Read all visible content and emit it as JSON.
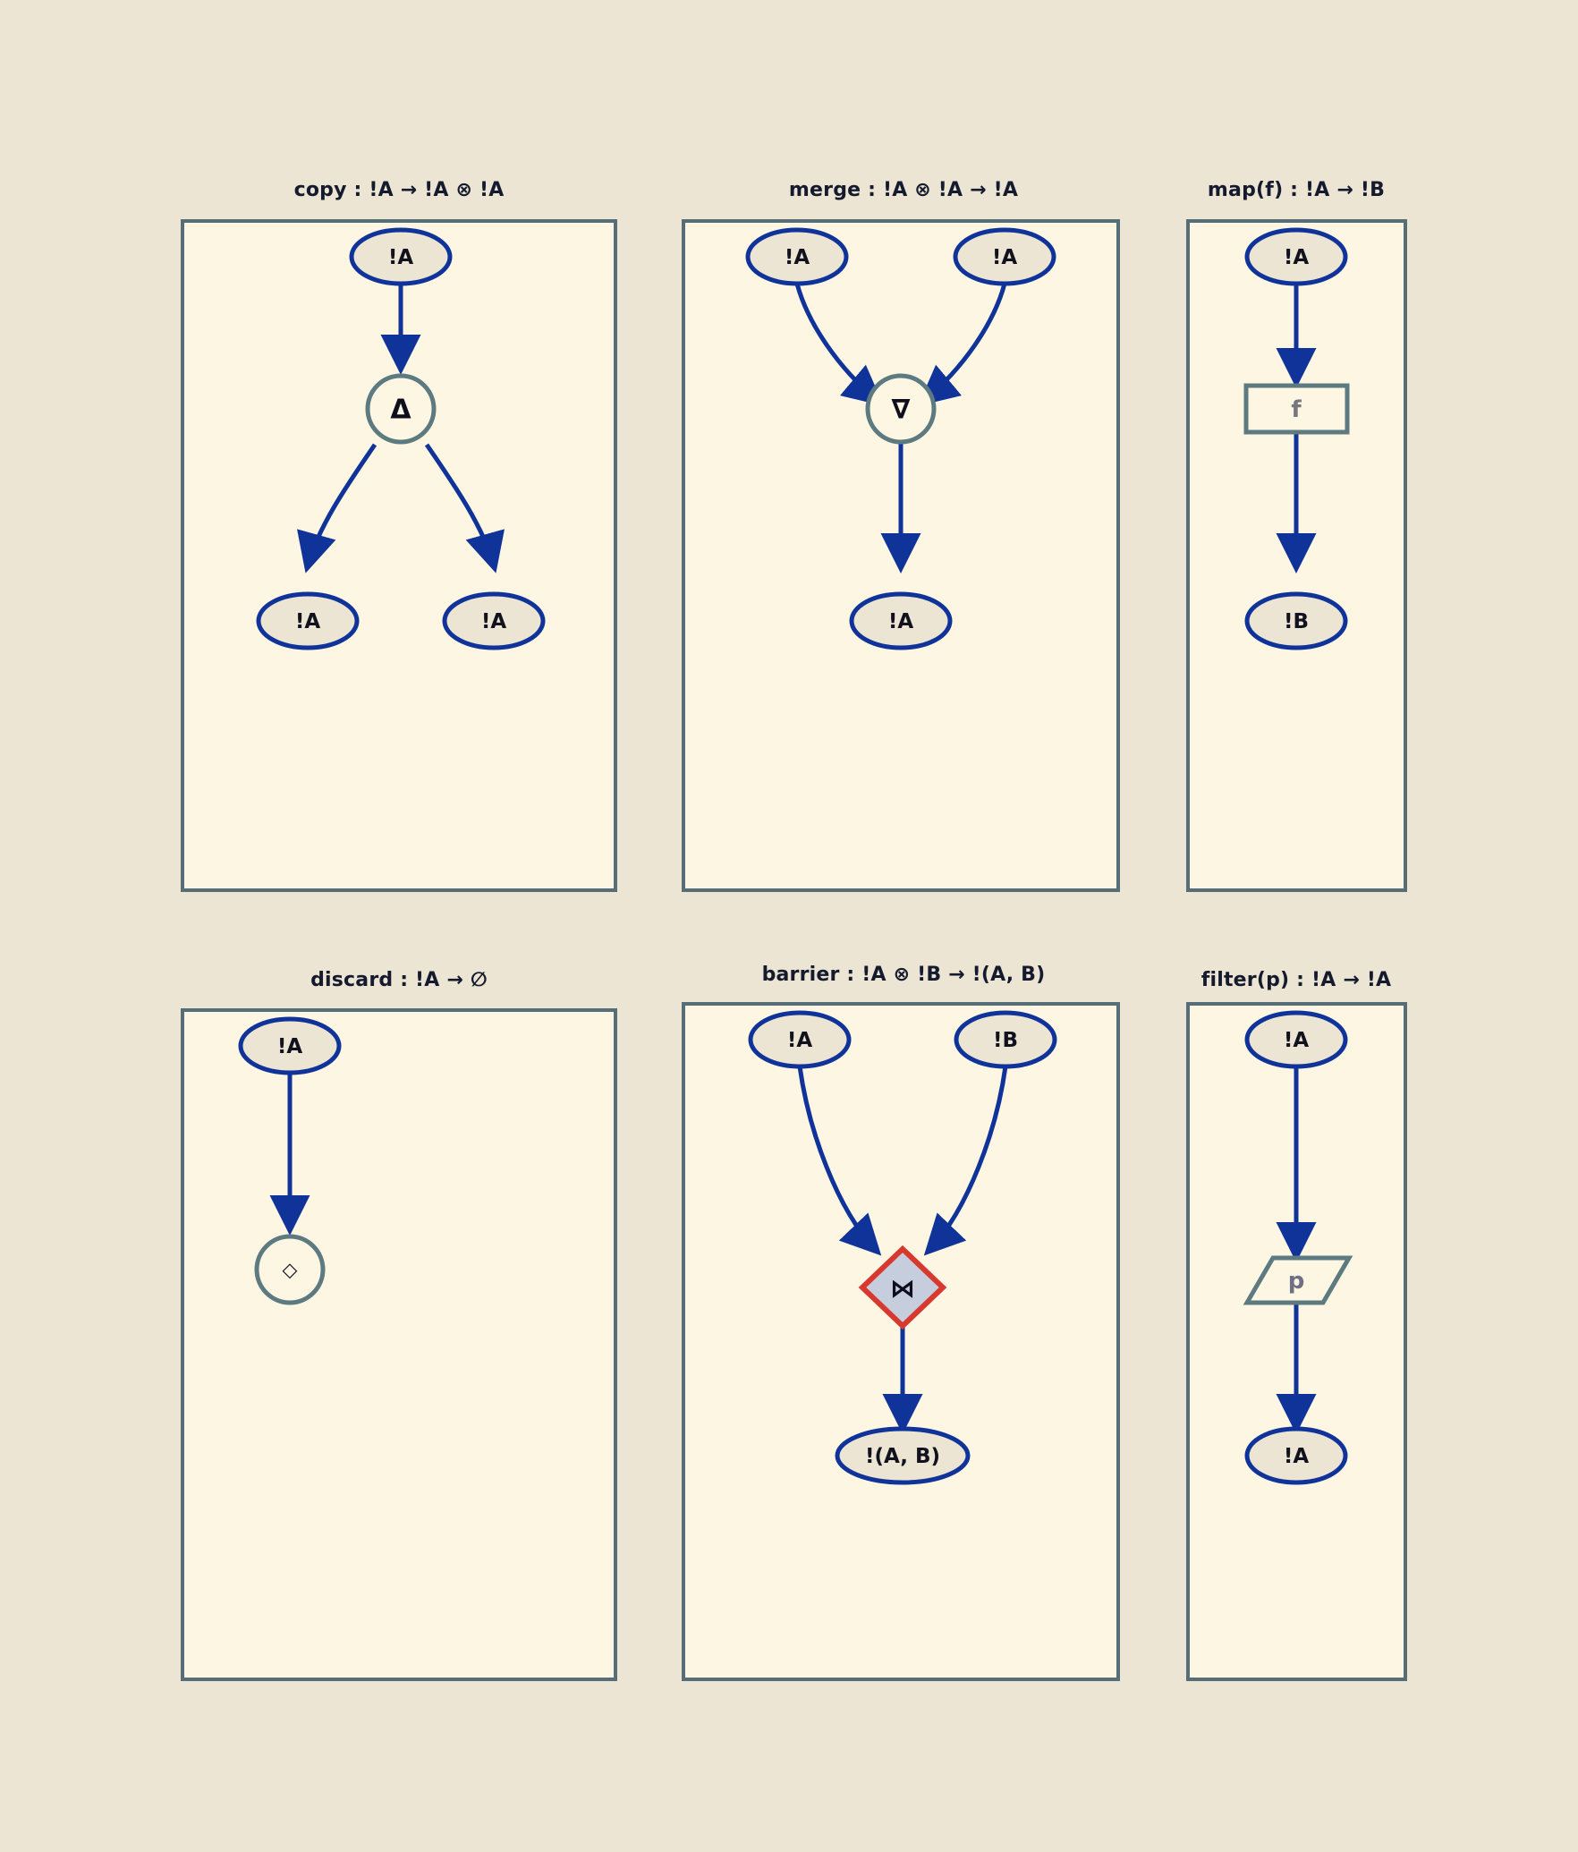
{
  "canvas": {
    "background_color": "#ece5d3",
    "panel_fill_color": "#fdf6e3",
    "panel_border_color": "#556e78",
    "edge_color": "#10339a",
    "node_border_color": "#10339a",
    "node_fill_color": "#ece5d3",
    "op_border_color": "#5d7a80",
    "barrier_border_color": "#d8392f",
    "barrier_fill_color": "#c6cddd"
  },
  "panels": [
    {
      "id": "copy",
      "title": "copy : !A → !A ⊗ !A",
      "nodes": [
        {
          "id": "in",
          "kind": "ellipse",
          "label": "!A"
        },
        {
          "id": "op",
          "kind": "circle",
          "label": "Δ"
        },
        {
          "id": "out1",
          "kind": "ellipse",
          "label": "!A"
        },
        {
          "id": "out2",
          "kind": "ellipse",
          "label": "!A"
        }
      ],
      "edges": [
        {
          "from": "in",
          "to": "op"
        },
        {
          "from": "op",
          "to": "out1"
        },
        {
          "from": "op",
          "to": "out2"
        }
      ]
    },
    {
      "id": "merge",
      "title": "merge : !A ⊗ !A → !A",
      "nodes": [
        {
          "id": "in1",
          "kind": "ellipse",
          "label": "!A"
        },
        {
          "id": "in2",
          "kind": "ellipse",
          "label": "!A"
        },
        {
          "id": "op",
          "kind": "circle",
          "label": "∇"
        },
        {
          "id": "out",
          "kind": "ellipse",
          "label": "!A"
        }
      ],
      "edges": [
        {
          "from": "in1",
          "to": "op"
        },
        {
          "from": "in2",
          "to": "op"
        },
        {
          "from": "op",
          "to": "out"
        }
      ]
    },
    {
      "id": "map",
      "title": "map(f) : !A → !B",
      "nodes": [
        {
          "id": "in",
          "kind": "ellipse",
          "label": "!A"
        },
        {
          "id": "op",
          "kind": "rect",
          "label": "f"
        },
        {
          "id": "out",
          "kind": "ellipse",
          "label": "!B"
        }
      ],
      "edges": [
        {
          "from": "in",
          "to": "op"
        },
        {
          "from": "op",
          "to": "out"
        }
      ]
    },
    {
      "id": "discard",
      "title": "discard : !A → ∅",
      "nodes": [
        {
          "id": "in",
          "kind": "ellipse",
          "label": "!A"
        },
        {
          "id": "op",
          "kind": "circle",
          "label": "◇"
        }
      ],
      "edges": [
        {
          "from": "in",
          "to": "op"
        }
      ]
    },
    {
      "id": "barrier",
      "title": "barrier : !A ⊗ !B → !(A, B)",
      "nodes": [
        {
          "id": "in1",
          "kind": "ellipse",
          "label": "!A"
        },
        {
          "id": "in2",
          "kind": "ellipse",
          "label": "!B"
        },
        {
          "id": "op",
          "kind": "diamond",
          "label": "⋈"
        },
        {
          "id": "out",
          "kind": "ellipse",
          "label": "!(A, B)"
        }
      ],
      "edges": [
        {
          "from": "in1",
          "to": "op"
        },
        {
          "from": "in2",
          "to": "op"
        },
        {
          "from": "op",
          "to": "out"
        }
      ]
    },
    {
      "id": "filter",
      "title": "filter(p) : !A → !A",
      "nodes": [
        {
          "id": "in",
          "kind": "ellipse",
          "label": "!A"
        },
        {
          "id": "op",
          "kind": "parallelogram",
          "label": "p"
        },
        {
          "id": "out",
          "kind": "ellipse",
          "label": "!A"
        }
      ],
      "edges": [
        {
          "from": "in",
          "to": "op"
        },
        {
          "from": "op",
          "to": "out"
        }
      ]
    }
  ]
}
